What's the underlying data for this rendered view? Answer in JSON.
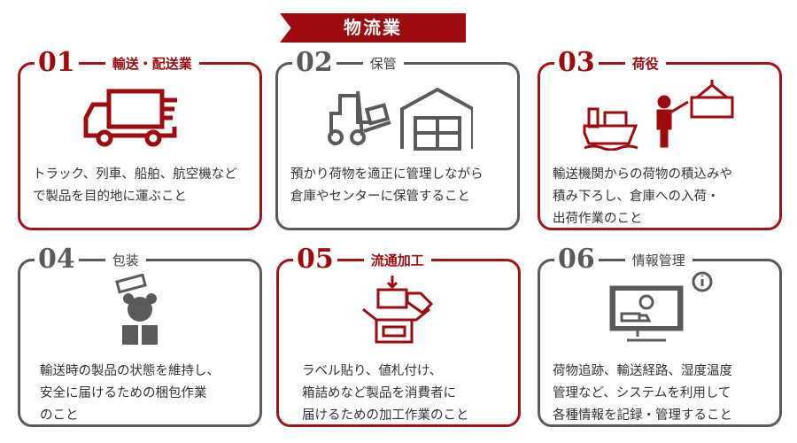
{
  "title": "物流業",
  "cards": [
    {
      "num": "01",
      "label": "輸送・配送業",
      "lines": [
        "トラック、列車、船舶、航空機など",
        "で製品を目的地に運ぶこと"
      ],
      "icon": "truck-icon"
    },
    {
      "num": "02",
      "label": "保管",
      "lines": [
        "預かり荷物を適正に管理しながら",
        "倉庫やセンターに保管すること"
      ],
      "icon": "forklift-warehouse-icon"
    },
    {
      "num": "03",
      "label": "荷役",
      "lines": [
        "輸送機関からの荷物の積込みや",
        "積み下ろし、倉庫への入荷・",
        "出荷作業のこと"
      ],
      "icon": "ship-worker-container-icon"
    },
    {
      "num": "04",
      "label": "包装",
      "lines": [
        "輸送時の製品の状態を維持し、",
        "安全に届けるための梱包作業",
        "のこと"
      ],
      "icon": "gift-bear-icon"
    },
    {
      "num": "05",
      "label": "流通加工",
      "lines": [
        "ラベル貼り、値札付け、",
        "箱詰めなど製品を消費者に",
        "届けるための加工作業のこと"
      ],
      "icon": "box-tag-icon"
    },
    {
      "num": "06",
      "label": "情報管理",
      "lines": [
        "荷物追跡、輸送経路、湿度温度",
        "管理など、システムを利用して",
        "各種情報を記録・管理すること"
      ],
      "icon": "monitor-tracking-icon"
    }
  ],
  "colors": {
    "accent": "#9e0b0f",
    "gray": "#5a5a5a"
  }
}
